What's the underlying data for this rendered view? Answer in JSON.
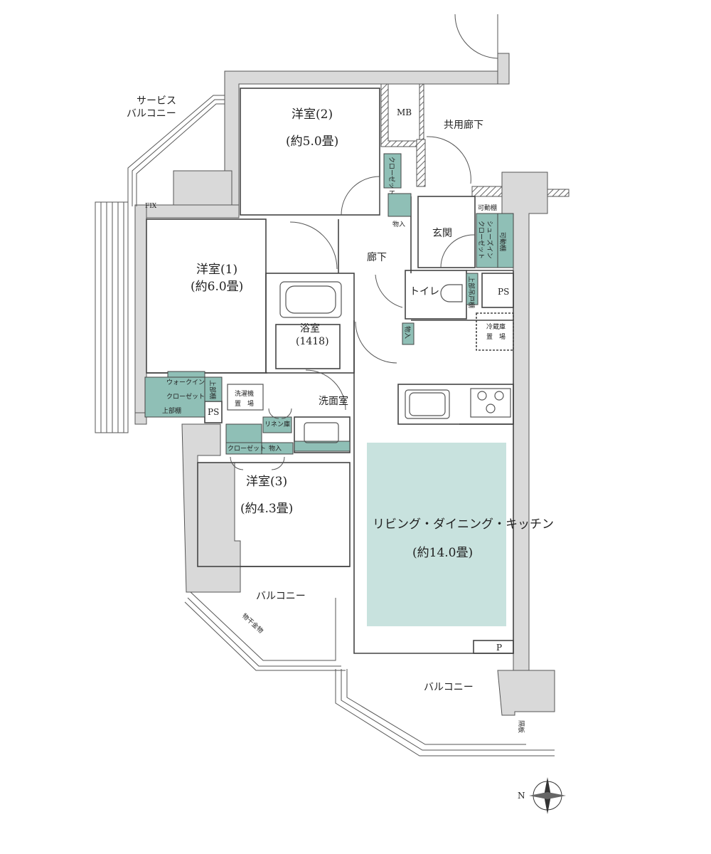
{
  "rooms": {
    "western_room_2": {
      "name": "洋室(2)",
      "size": "(約5.0畳)"
    },
    "western_room_1": {
      "name": "洋室(1)",
      "size": "(約6.0畳)"
    },
    "western_room_3": {
      "name": "洋室(3)",
      "size": "(約4.3畳)"
    },
    "ldk": {
      "name": "リビング・ダイニング・キッチン",
      "size": "(約14.0畳)"
    },
    "bathroom": {
      "name": "浴室",
      "size": "(1418)"
    },
    "washroom": "洗面室",
    "hallway": "廊下",
    "entrance": "玄関",
    "toilet": "トイレ"
  },
  "areas": {
    "service_balcony_line1": "サービス",
    "service_balcony_line2": "バルコニー",
    "balcony_west": "バルコニー",
    "balcony_south": "バルコニー",
    "common_corridor": "共用廊下"
  },
  "storage": {
    "mb": "MB",
    "ps_top": "PS",
    "ps_left": "PS",
    "p": "P",
    "fix": "FIX",
    "closet_room2": "クローゼット",
    "storage_1": "物入",
    "storage_2": "物入",
    "storage_3": "物入",
    "walk_in_line1": "ウォークイン",
    "walk_in_line2": "クローゼット",
    "upper_shelf_1": "上部棚",
    "upper_shelf_2": "上部棚",
    "upper_shelf_toilet": "上部吊戸棚",
    "shoes_in_line1": "シューズイン",
    "shoes_in_line2": "クローゼット",
    "movable_shelf_top": "可動棚",
    "movable_shelf_side": "可動棚",
    "linen": "リネン庫",
    "closet_room3": "クローゼット",
    "fridge_line1": "冷蔵庫",
    "fridge_line2": "置　場",
    "washer_line1": "洗濯機",
    "washer_line2": "置　場",
    "drying_hardware": "物干金物",
    "partition_board": "隔板"
  },
  "colors": {
    "wall": "#d9d9d9",
    "wall_stroke": "#555555",
    "storage_fill": "#8fbfb6",
    "ldk_fill": "#c8e2de"
  },
  "compass": {
    "label": "N"
  }
}
